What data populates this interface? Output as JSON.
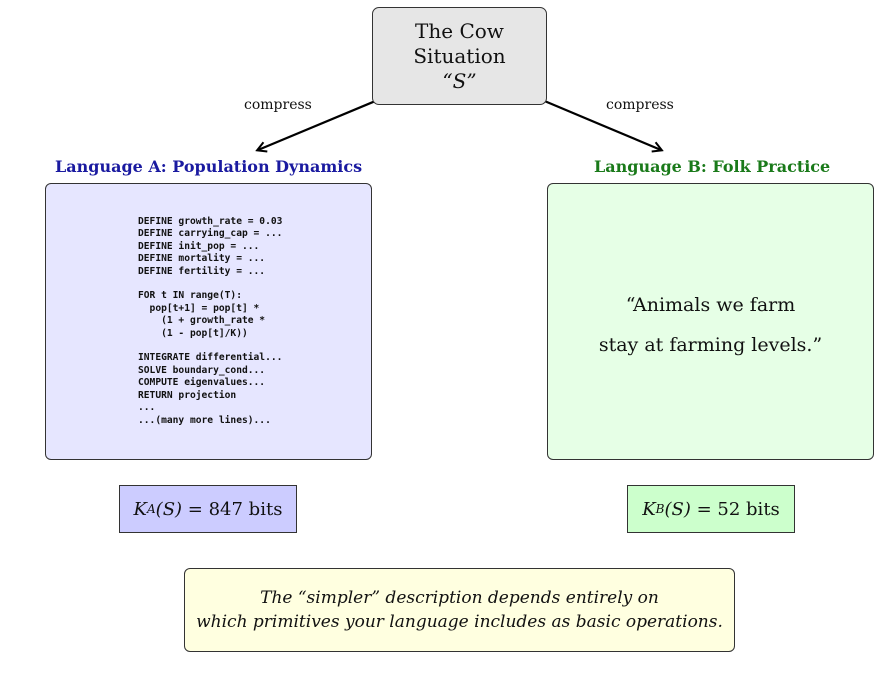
{
  "situation": {
    "line1": "The Cow",
    "line2": "Situation",
    "line3": "“S”"
  },
  "compress_left": "compress",
  "compress_right": "compress",
  "language_a": {
    "title": "Language A: Population Dynamics",
    "title_color": "#1a1aa0",
    "code_lines": [
      "DEFINE growth_rate = 0.03",
      "DEFINE carrying_cap = ...",
      "DEFINE init_pop = ...",
      "DEFINE mortality = ...",
      "DEFINE fertility = ...",
      "",
      "FOR t IN range(T):",
      "  pop[t+1] = pop[t] *",
      "    (1 + growth_rate *",
      "    (1 - pop[t]/K))",
      "",
      "INTEGRATE differential...",
      "SOLVE boundary_cond...",
      "COMPUTE eigenvalues...",
      "RETURN projection",
      "...",
      "...(many more lines)..."
    ],
    "k_symbol": "K",
    "k_sub": "A",
    "k_arg": "(S)",
    "k_value": "= 847 bits"
  },
  "language_b": {
    "title": "Language B: Folk Practice",
    "title_color": "#1a7a1a",
    "quote_line1": "“Animals we farm",
    "quote_line2": "stay at farming levels.”",
    "k_symbol": "K",
    "k_sub": "B",
    "k_arg": "(S)",
    "k_value": "= 52 bits"
  },
  "conclusion": {
    "line1": "The “simpler” description depends entirely on",
    "line2": "which primitives your language includes as basic operations."
  }
}
